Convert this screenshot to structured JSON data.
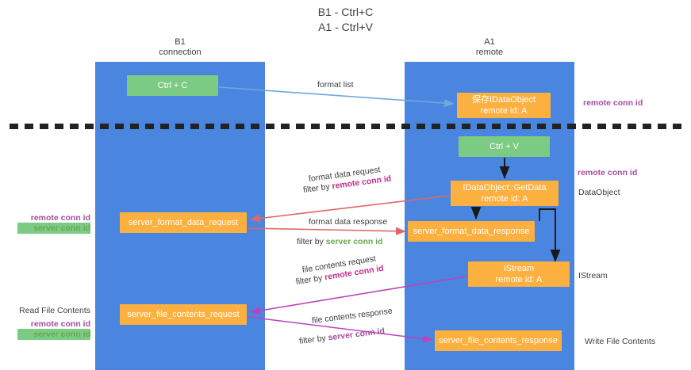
{
  "title": {
    "line1": "B1 - Ctrl+C",
    "line2": "A1 - Ctrl+V"
  },
  "lanes": [
    {
      "id": "b1",
      "name": "B1",
      "role": "connection",
      "color": "#4a86e0"
    },
    {
      "id": "a1",
      "name": "A1",
      "role": "remote",
      "color": "#4a86e0"
    }
  ],
  "colors": {
    "lane": "#4a86e0",
    "green_box": "#7ccb84",
    "orange_box": "#fbb040",
    "remote_conn_id": "#c22b8a",
    "server_conn_id_green": "#6aa84f",
    "server_conn_id_purple": "#a64d9e",
    "arrow_blue": "#6fa8dc",
    "arrow_red": "#e06666",
    "arrow_magenta": "#bb44bb",
    "arrow_black": "#1a1a1a",
    "divider": "#222222"
  },
  "boxes": {
    "ctrl_c": {
      "label": "Ctrl + C",
      "kind": "green"
    },
    "save_dataobject": {
      "line1": "保存IDataObject",
      "line2": "remote id: A",
      "kind": "orange"
    },
    "ctrl_v": {
      "label": "Ctrl + V",
      "kind": "green"
    },
    "getdata": {
      "line1": "IDataObject::GetData",
      "line2": "remote id: A",
      "kind": "orange"
    },
    "server_format_data_request": {
      "label": "server_format_data_request",
      "kind": "orange"
    },
    "server_format_data_response": {
      "label": "server_format_data_response",
      "kind": "orange"
    },
    "istream": {
      "line1": "IStream",
      "line2": "remote id: A",
      "kind": "orange"
    },
    "server_file_contents_request": {
      "label": "server_file_contents_request",
      "kind": "orange"
    },
    "server_file_contents_response": {
      "label": "server_file_contents_response",
      "kind": "orange"
    }
  },
  "edge_labels": {
    "format_list": "format list",
    "format_data_request": "format data request",
    "format_data_request_filter_prefix": "filter by ",
    "format_data_request_filter_key": "remote conn id",
    "format_data_response": "format data response",
    "format_data_response_filter_prefix": "filter by ",
    "format_data_response_filter_key": "server conn id",
    "file_contents_request": "file contents request",
    "file_contents_request_filter_prefix": "filter by ",
    "file_contents_request_filter_key": "remote conn id",
    "file_contents_response": "file contents response",
    "file_contents_response_filter_prefix": "filter by ",
    "file_contents_response_filter_key": "server conn id"
  },
  "side_labels": {
    "right_remote_conn_id_top": "remote conn id",
    "right_remote_conn_id_mid": "remote conn id",
    "right_dataobject": "DataObject",
    "right_istream": "IStream",
    "right_write_file_contents": "Write File Contents",
    "left_remote_conn_id_mid": "remote conn id",
    "left_server_conn_id_mid": "server conn id",
    "left_read_file_contents": "Read File Contents",
    "left_remote_conn_id_bot": "remote conn id",
    "left_server_conn_id_bot": "server conn id"
  }
}
